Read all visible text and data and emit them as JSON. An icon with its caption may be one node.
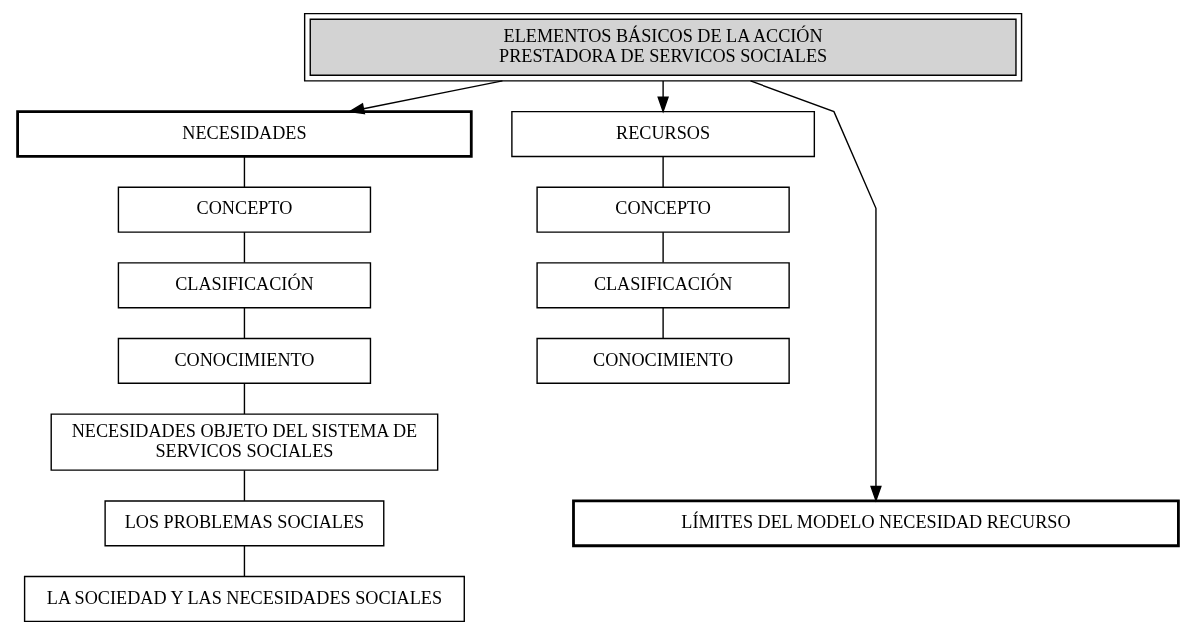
{
  "diagram": {
    "nodes": [
      {
        "text": [
          "ELEMENTOS BÁSICOS DE LA ACCIÓN PRESTADORA DE SERVICOS SOCIALES"
        ]
      },
      {
        "text": [
          "NECESIDADES"
        ]
      },
      {
        "text": [
          "RECURSOS"
        ]
      },
      {
        "text": [
          "CONCEPTO"
        ]
      },
      {
        "text": [
          "CLASIFICACIÓN"
        ]
      },
      {
        "text": [
          "CONOCIMIENTO"
        ]
      },
      {
        "text": [
          "NECESIDADES OBJETO DEL SISTEMA DE SERVICOS SOCIALES"
        ]
      },
      {
        "text": [
          "LOS PROBLEMAS SOCIALES"
        ]
      },
      {
        "text": [
          "LA SOCIEDAD Y LAS NECESIDADES SOCIALES"
        ]
      },
      {
        "text": [
          "CONCEPTO"
        ]
      },
      {
        "text": [
          "CLASIFICACIÓN"
        ]
      },
      {
        "text": [
          "CONOCIMIENTO"
        ]
      },
      {
        "text": [
          "LÍMITES DEL MODELO NECESIDAD RECURSO"
        ]
      }
    ],
    "edges": [
      {
        "from": 0,
        "to": 1,
        "arrow": "to"
      },
      {
        "from": 0,
        "to": 12,
        "arrow": "to"
      },
      {
        "from": 0,
        "to": 2,
        "arrow": "to"
      },
      {
        "from": 1,
        "to": 3,
        "arrow": "none"
      },
      {
        "from": 3,
        "to": 4,
        "arrow": "none"
      },
      {
        "from": 4,
        "to": 5,
        "arrow": "none"
      },
      {
        "from": 5,
        "to": 6,
        "arrow": "none"
      },
      {
        "from": 6,
        "to": 7,
        "arrow": "none"
      },
      {
        "from": 7,
        "to": 8,
        "arrow": "none"
      },
      {
        "from": 2,
        "to": 9,
        "arrow": "none"
      },
      {
        "from": 9,
        "to": 10,
        "arrow": "none"
      },
      {
        "from": 10,
        "to": 11,
        "arrow": "none"
      }
    ]
  }
}
